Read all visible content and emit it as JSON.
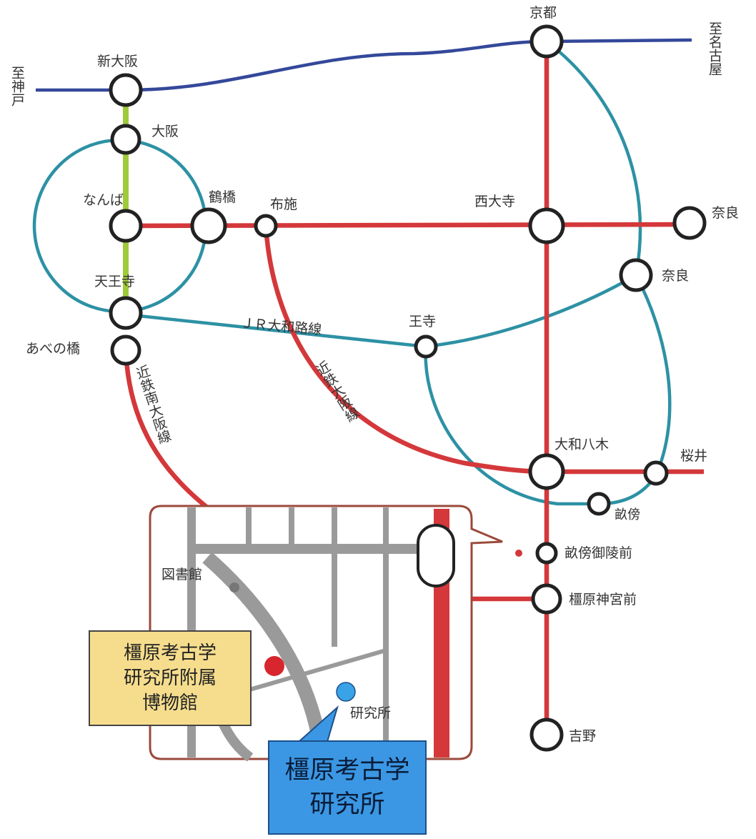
{
  "colors": {
    "jr_blue": "#2d91a4",
    "kintetsu_red": "#d4383a",
    "subway_green": "#9fca3a",
    "shinkansen_navy": "#34489a",
    "inset_border": "#9a4a3b",
    "inset_road": "#9a9a9a",
    "museum_fill": "#f6dd8d",
    "institute_fill": "#3b97e3",
    "museum_dot": "#d7262d",
    "institute_dot": "#3aa3e8"
  },
  "directions": {
    "to_kobe": "至神戸",
    "to_nagoya": "至名古屋"
  },
  "stations": {
    "kyoto": "京都",
    "shin_osaka": "新大阪",
    "osaka": "大阪",
    "namba": "なんば",
    "tsuruhashi": "鶴橋",
    "fuse": "布施",
    "saidaiji": "西大寺",
    "nara_kintetsu": "奈良",
    "nara_jr": "奈良",
    "tennoji": "天王寺",
    "abenobashi": "あべの橋",
    "oji": "王寺",
    "yamato_yagi": "大和八木",
    "sakurai": "桜井",
    "unebi": "畝傍",
    "unebi_goryomae": "畝傍御陵前",
    "kashihara_jingumae": "橿原神宮前",
    "yoshino": "吉野"
  },
  "lines": {
    "jr_yamatoji": "ＪＲ大和路線",
    "kintetsu_osaka": "近鉄大阪線",
    "kintetsu_minami_osaka": "近鉄南大阪線"
  },
  "inset": {
    "library": "図書館",
    "institute_small": "研究所"
  },
  "museum": {
    "name": "橿原考古学\n研究所附属\n博物館"
  },
  "institute": {
    "name": "橿原考古学\n研究所"
  }
}
